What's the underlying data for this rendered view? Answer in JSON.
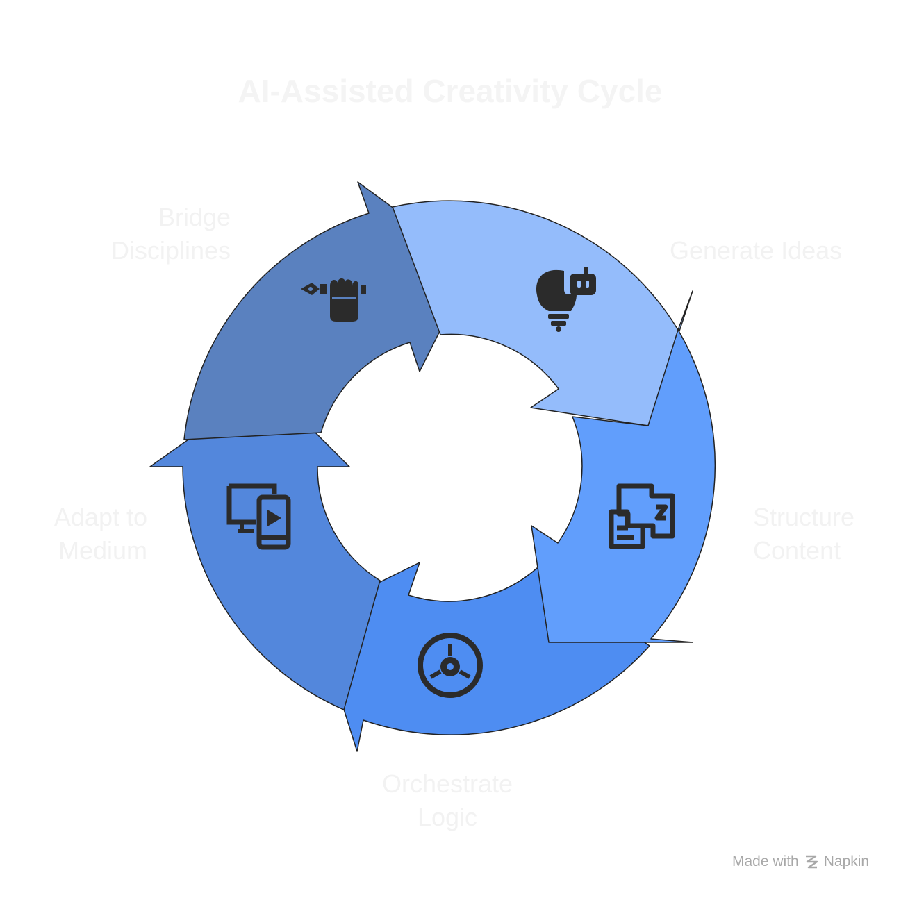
{
  "title": "AI-Assisted Creativity Cycle",
  "steps": [
    {
      "label": "Generate Ideas",
      "icon": "lightbulb-robot-icon",
      "color": "#94bcfb"
    },
    {
      "label": "Structure\nContent",
      "icon": "puzzle-document-icon",
      "color": "#619efc"
    },
    {
      "label": "Orchestrate\nLogic",
      "icon": "gear-circle-icon",
      "color": "#4e8df2"
    },
    {
      "label": "Adapt to\nMedium",
      "icon": "multi-device-video-icon",
      "color": "#5387dc"
    },
    {
      "label": "Bridge\nDisciplines",
      "icon": "hand-pen-icon",
      "color": "#5a81bf"
    }
  ],
  "footer": {
    "prefix": "Made with",
    "brand": "Napkin"
  }
}
